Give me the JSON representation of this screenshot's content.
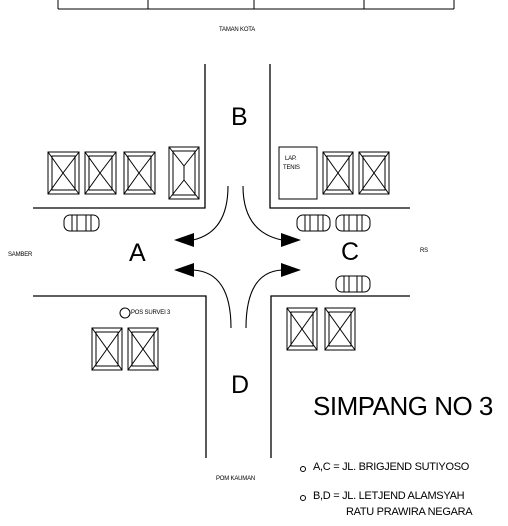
{
  "map": {
    "top_label": "TAMAN KOTA",
    "bottom_label": "POM KAUMAN",
    "left_label": "SAMBER",
    "right_label": "RS",
    "approaches": {
      "a": "A",
      "b": "B",
      "c": "C",
      "d": "D"
    },
    "tennis_court": [
      "LAP.",
      "TENIS"
    ],
    "survey_post": "POS SURVEI 3",
    "survey_post_icon": "c-circle-icon"
  },
  "title": "SIMPANG NO 3",
  "legend": {
    "line1": "A,C = JL. BRIGJEND SUTIYOSO",
    "line2": "B,D = JL. LETJEND ALAMSYAH",
    "line3": "RATU PRAWIRA NEGARA"
  }
}
